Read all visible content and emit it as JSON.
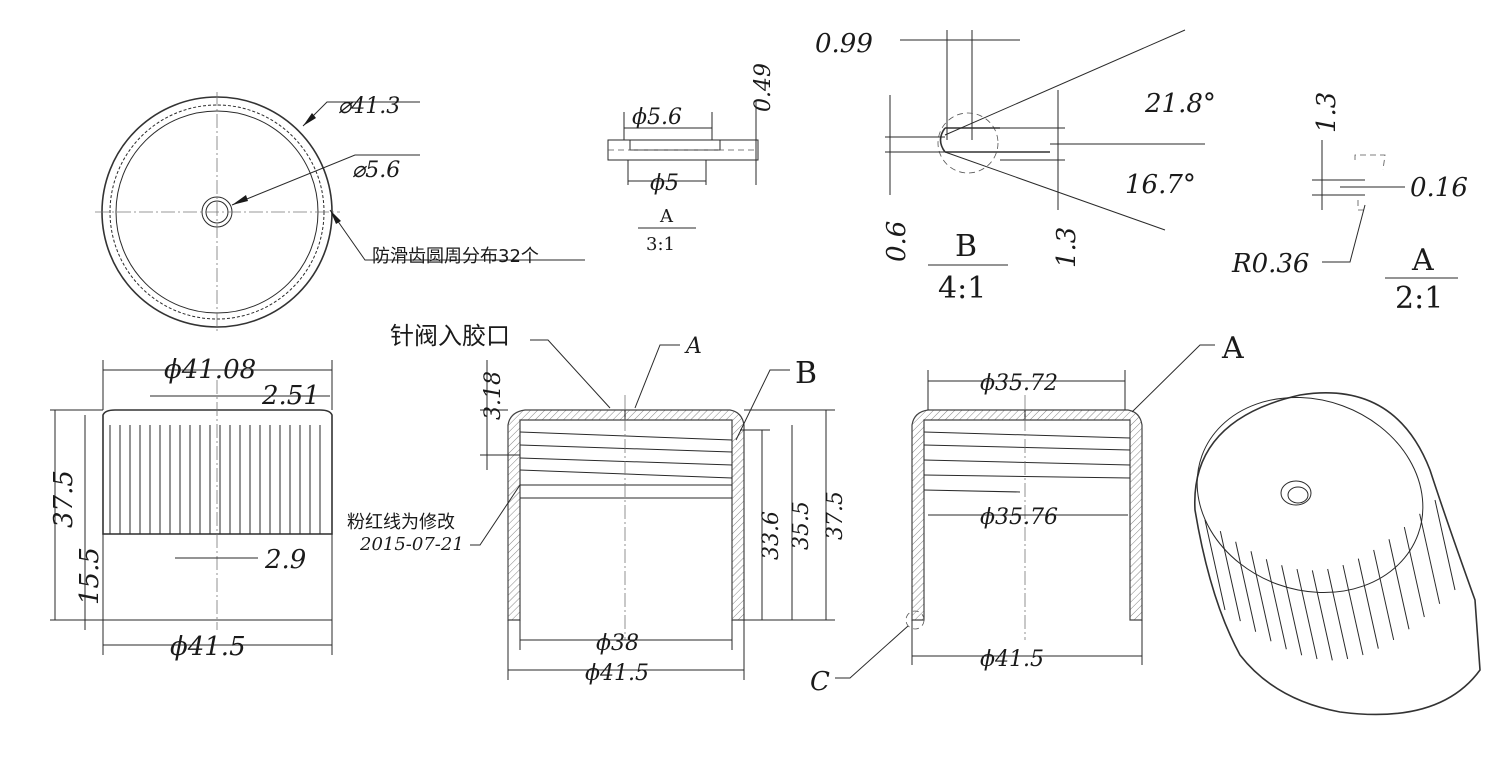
{
  "top_view": {
    "dia_outer": "⌀41.3",
    "dia_hole": "⌀5.6",
    "note": "防滑齿圆周分布32个"
  },
  "detail_a31": {
    "dia_top": "ϕ5.6",
    "dia_bottom": "ϕ5",
    "thickness": "0.49",
    "label": "A",
    "scale": "3:1"
  },
  "detail_b": {
    "d1": "0.99",
    "d2": "0.6",
    "d3": "1.3",
    "angle1": "21.8°",
    "angle2": "16.7°",
    "label": "B",
    "scale": "4:1"
  },
  "detail_a21": {
    "d1": "1.3",
    "d2": "0.16",
    "radius": "R0.36",
    "label": "A",
    "scale": "2:1"
  },
  "front_view": {
    "dia_top": "ϕ41.08",
    "rib_top": "2.51",
    "height": "37.5",
    "lower": "15.5",
    "rib_width": "2.9",
    "dia_bottom": "ϕ41.5"
  },
  "section_view": {
    "gate_note": "针阀入胶口",
    "callout_a": "A",
    "callout_b": "B",
    "top_thick": "3.18",
    "revision_note": "粉红线为修改",
    "revision_date": "2015-07-21",
    "h1": "33.6",
    "h2": "35.5",
    "h3": "37.5",
    "dia_inner": "ϕ38",
    "dia_outer": "ϕ41.5"
  },
  "section_view2": {
    "dia_top": "ϕ35.72",
    "callout_a": "A",
    "dia_thread": "ϕ35.76",
    "callout_c": "C",
    "dia_outer": "ϕ41.5"
  }
}
